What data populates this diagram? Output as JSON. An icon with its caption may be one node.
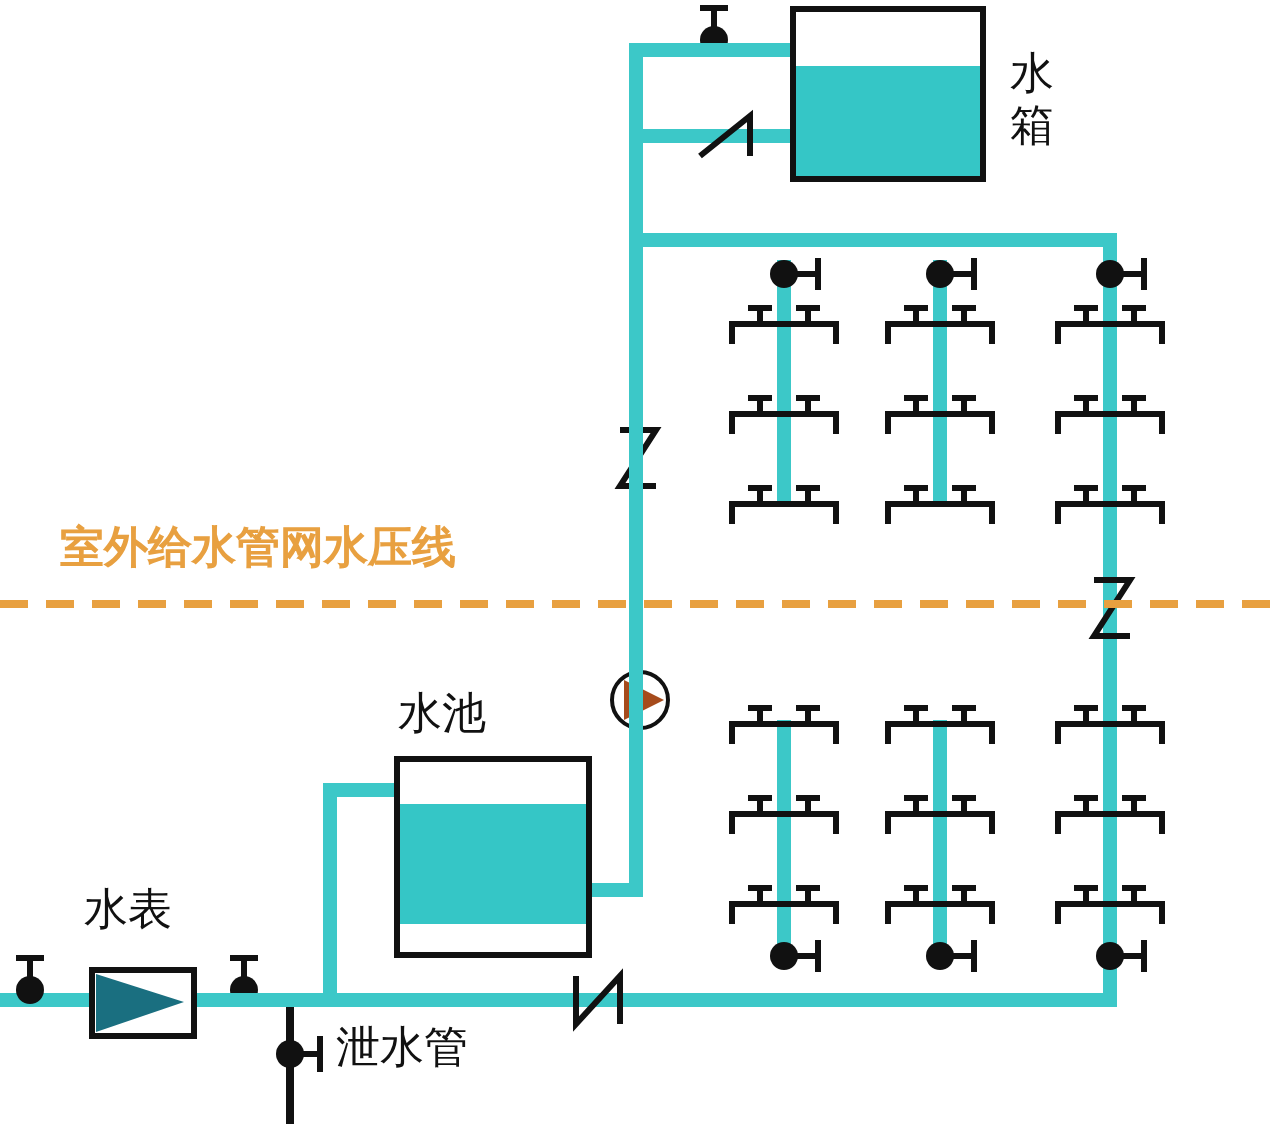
{
  "diagram": {
    "nodes": [
      {
        "text": [
          "水表"
        ]
      },
      {
        "text": [
          "水池"
        ]
      },
      {
        "text": [
          "水箱"
        ]
      }
    ],
    "edges": [
      {
        "from": 0,
        "to": 1,
        "arrow": "none"
      },
      {
        "from": 1,
        "to": 2,
        "arrow": "none"
      }
    ],
    "labels": [
      "室外给水管网水压线",
      "泄水管"
    ]
  }
}
